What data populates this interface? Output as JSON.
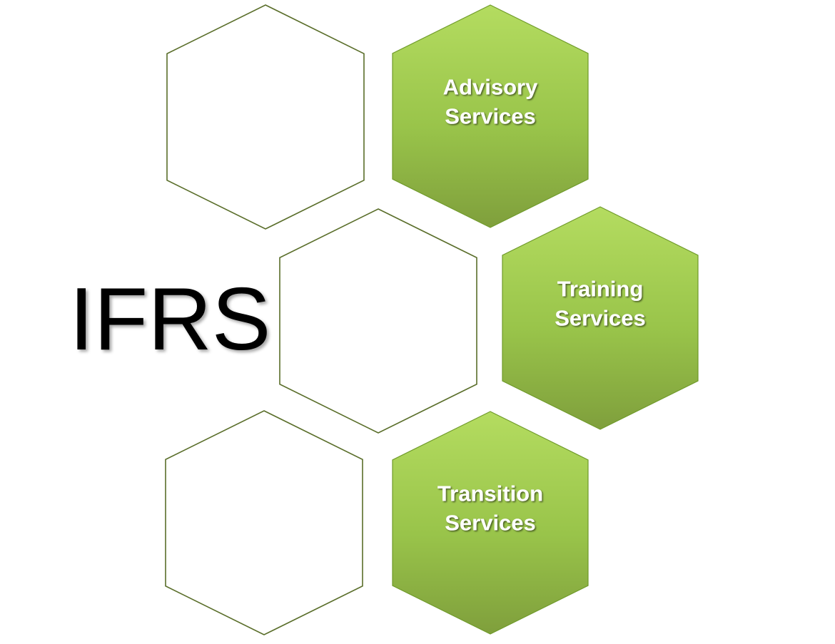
{
  "title": "IFRS",
  "colors": {
    "green_light": "#aed65a",
    "green_dark": "#7ea13a",
    "outline": "#5a6e2a"
  },
  "hexagons": [
    {
      "name": "empty-hex-top",
      "filled": false,
      "lines": []
    },
    {
      "name": "advisory-services-hex",
      "filled": true,
      "lines": [
        "Advisory",
        "Services"
      ]
    },
    {
      "name": "empty-hex-middle",
      "filled": false,
      "lines": []
    },
    {
      "name": "training-services-hex",
      "filled": true,
      "lines": [
        "Training",
        "Services"
      ]
    },
    {
      "name": "empty-hex-bottom",
      "filled": false,
      "lines": []
    },
    {
      "name": "transition-services-hex",
      "filled": true,
      "lines": [
        "Transition",
        "Services"
      ]
    }
  ]
}
